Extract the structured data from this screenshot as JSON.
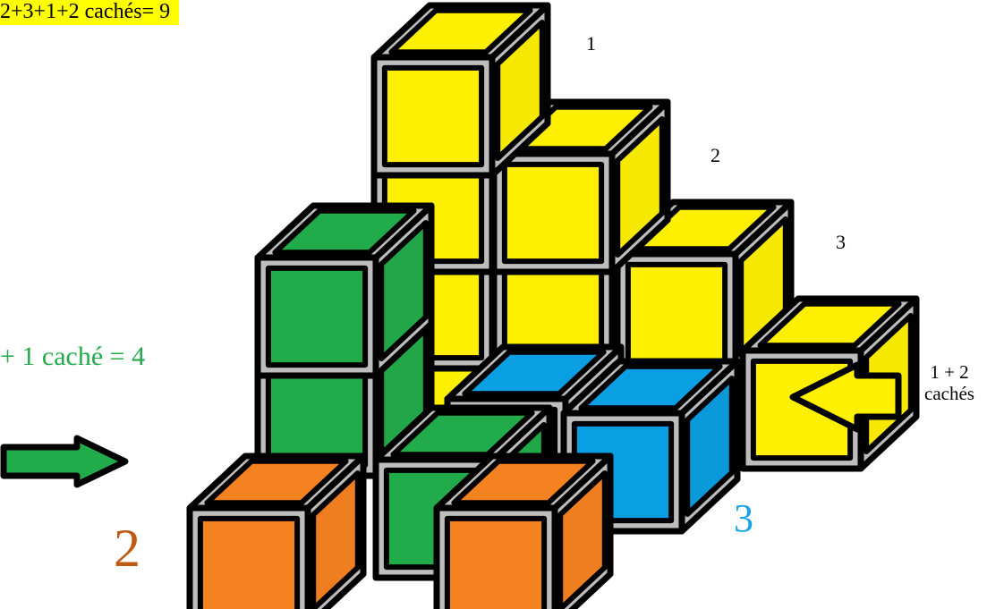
{
  "title": "2+3+1+2 cachés= 9",
  "column_labels": [
    "1",
    "2",
    "3"
  ],
  "green_note": "+ 1 caché = 4",
  "hidden_note_line1": "1 + 2",
  "hidden_note_line2": "cachés",
  "orange_count": "2",
  "blue_count": "3",
  "colors": {
    "yellow": "#ffef00",
    "green": "#22ab4a",
    "blue": "#0a9fe3",
    "orange": "#f58220",
    "orange_text": "#c05a12",
    "green_text": "#22ab4a",
    "blue_text": "#18a3e6",
    "outline": "#000000",
    "inner_line": "#bdbdbd"
  },
  "icons": [
    "green-arrow-right-icon",
    "yellow-arrow-left-icon"
  ]
}
